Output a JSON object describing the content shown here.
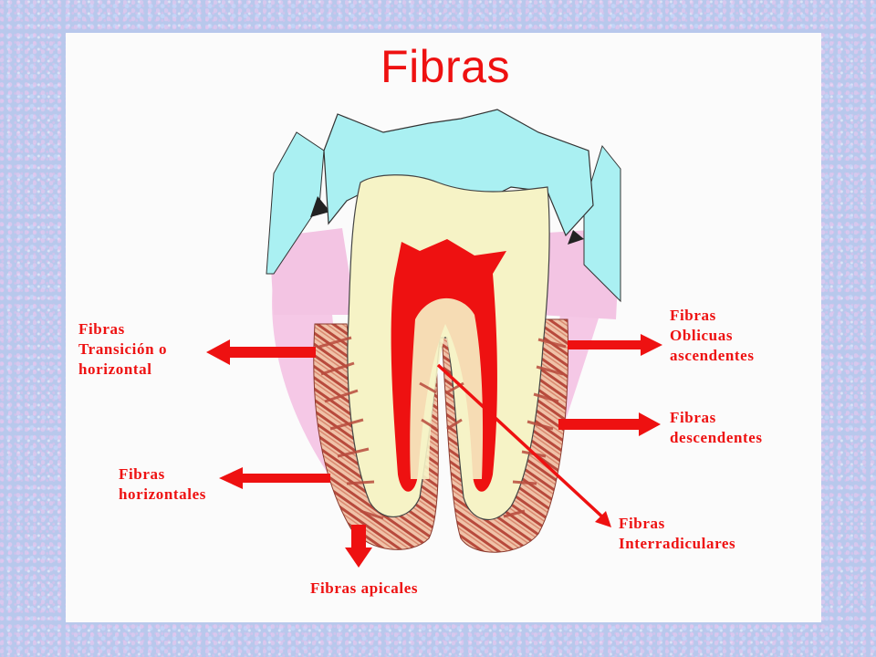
{
  "title": "Fibras",
  "labels": {
    "transicion": [
      "Fibras",
      "Transición o",
      "horizontal"
    ],
    "horizontales": [
      "Fibras",
      "horizontales"
    ],
    "apicales": [
      "Fibras apicales"
    ],
    "oblicuas": [
      "Fibras",
      "Oblicuas",
      "ascendentes"
    ],
    "descendentes": [
      "Fibras",
      "descendentes"
    ],
    "interradiculares": [
      "Fibras",
      "Interradiculares"
    ]
  },
  "colors": {
    "accent": "#ee1111",
    "enamel": "#aaf0f2",
    "dentin": "#f6f3c6",
    "pulp": "#ee1111",
    "gingiva": "#f5c8e6",
    "bone": "#f0c2a8",
    "fiber": "#b84a3c"
  }
}
